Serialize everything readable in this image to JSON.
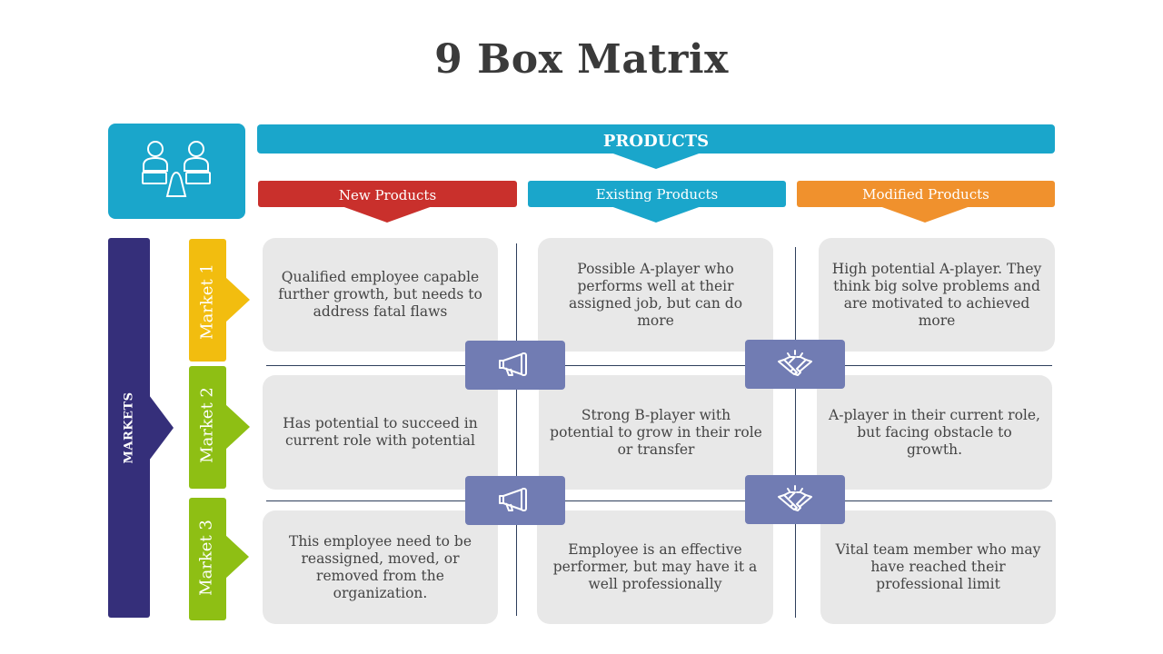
{
  "title": "9 Box Matrix",
  "corner": {
    "icon": "people-icon",
    "color": "#1aa6cb"
  },
  "products": {
    "label": "PRODUCTS",
    "color": "#1aa6cb"
  },
  "columns": [
    {
      "label": "New Products",
      "color": "#c9302c"
    },
    {
      "label": "Existing Products",
      "color": "#1aa6cb"
    },
    {
      "label": "Modified Products",
      "color": "#f0912d"
    }
  ],
  "markets": {
    "label": "MARKETS",
    "color": "#352f7a"
  },
  "rows": [
    {
      "label": "Market 1",
      "color": "#f2bd0f"
    },
    {
      "label": "Market 2",
      "color": "#8ebf14"
    },
    {
      "label": "Market 3",
      "color": "#8ebf14"
    }
  ],
  "cells": [
    [
      "Qualified employee capable further growth, but needs to address fatal flaws",
      "Possible A-player who performs well at their assigned job, but can do more",
      "High potential A-player. They think big solve problems and are motivated to achieved more"
    ],
    [
      "Has potential to succeed in current role with potential",
      "Strong B-player with potential to grow in their role or transfer",
      "A-player in their current role, but facing obstacle  to growth."
    ],
    [
      "This employee need to be reassigned, moved, or removed from the organization.",
      "Employee is an effective performer, but may have it a well professionally",
      "Vital team member who may have reached their professional limit"
    ]
  ],
  "icons": {
    "left": "megaphone-icon",
    "right": "handshake-icon",
    "color": "#717cb3"
  }
}
